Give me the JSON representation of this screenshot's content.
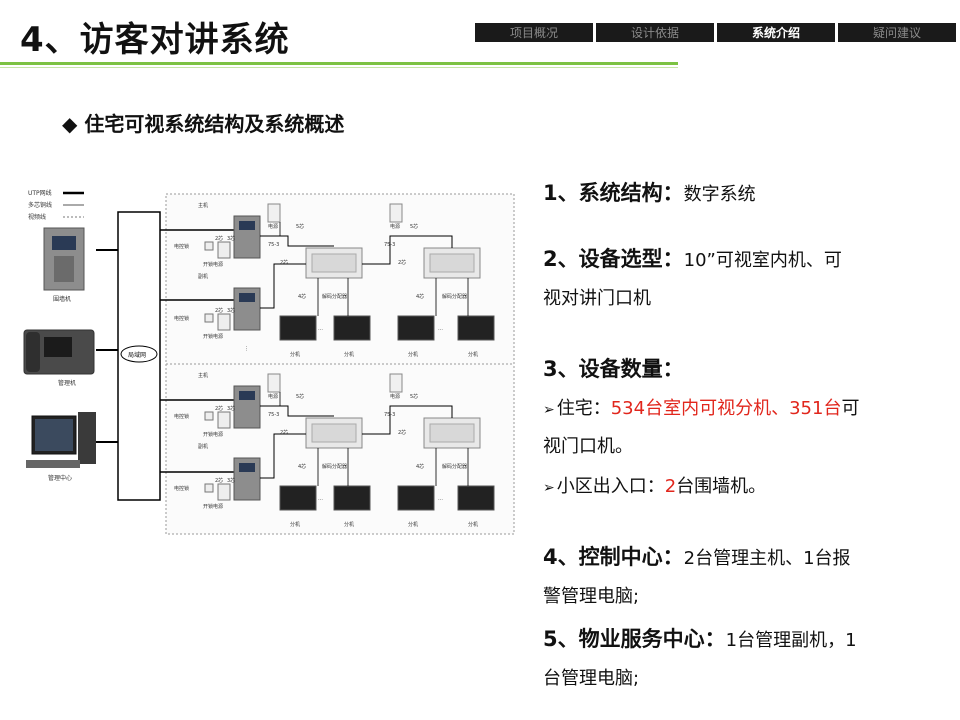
{
  "header": {
    "title": "4、访客对讲系统",
    "tabs": [
      {
        "label": "项目概况",
        "active": false
      },
      {
        "label": "设计依据",
        "active": false
      },
      {
        "label": "系统介绍",
        "active": true
      },
      {
        "label": "疑问建议",
        "active": false
      }
    ]
  },
  "section": {
    "bullet": "◆",
    "title": "住宅可视系统结构及系统概述"
  },
  "diagram": {
    "legend": [
      "UTP网线",
      "多芯铜线",
      "视频线"
    ],
    "devices": {
      "wall_unit": "围墙机",
      "manager": "管理机",
      "center": "管理中心",
      "lan": "局域网"
    },
    "labels": {
      "main": "主机",
      "sub": "副机",
      "lock": "电控锁",
      "unlock_power": "开锁电源",
      "power": "电源",
      "decoder": "解码分配器",
      "extension": "分机",
      "core2": "2芯",
      "core3": "3芯",
      "core4": "4芯",
      "core5": "5芯",
      "cable": "75-3",
      "dots": "…",
      "vdots": "⋮"
    }
  },
  "info": {
    "s1_head": "1、系统结构：",
    "s1_text": "数字系统",
    "s2_head": "2、设备选型：",
    "s2_text1": "10”可视室内机、可",
    "s2_text2": "视对讲门口机",
    "s3_head": "3、设备数量：",
    "s3_arrow": "➢",
    "s3_l1_pre": "住宅：",
    "s3_l1_red": "534台室内可视分机、351台",
    "s3_l1_post": "可",
    "s3_l2": "视门口机。",
    "s3_l3_pre": "小区出入口：",
    "s3_l3_red": "2",
    "s3_l3_post": "台围墙机。",
    "s4_head": "4、控制中心：",
    "s4_text1": "2台管理主机、1台报",
    "s4_text2": "警管理电脑;",
    "s5_head": "5、物业服务中心：",
    "s5_text1": "1台管理副机，1",
    "s5_text2": "台管理电脑;"
  }
}
